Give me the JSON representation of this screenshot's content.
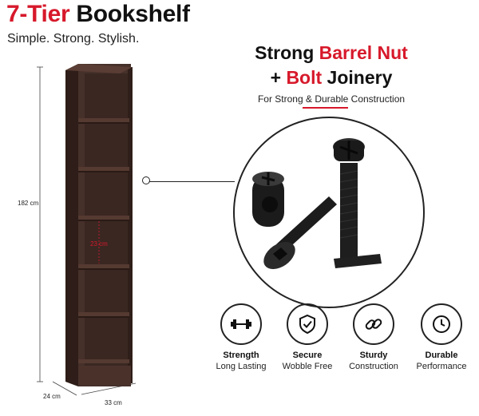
{
  "header": {
    "title_highlight": "7-Tier",
    "title_rest": " Bookshelf",
    "subtitle": "Simple. Strong. Stylish."
  },
  "dimensions": {
    "height": "182 cm",
    "shelf_gap": "23 cm",
    "depth": "24 cm",
    "width": "33 cm"
  },
  "joinery": {
    "line1_a": "Strong ",
    "line1_b": "Barrel Nut",
    "line2_a": "+ ",
    "line2_b": "Bolt",
    "line2_c": " Joinery",
    "subtitle": "For Strong & Durable Construction"
  },
  "features": [
    {
      "icon": "dumbbell-icon",
      "title": "Strength",
      "desc": "Long Lasting"
    },
    {
      "icon": "shield-check-icon",
      "title": "Secure",
      "desc": "Wobble Free"
    },
    {
      "icon": "chain-link-icon",
      "title": "Sturdy",
      "desc": "Construction"
    },
    {
      "icon": "clock-icon",
      "title": "Durable",
      "desc": "Performance"
    }
  ],
  "colors": {
    "accent": "#d7192b",
    "wood": "#3b2620",
    "text": "#111111"
  }
}
